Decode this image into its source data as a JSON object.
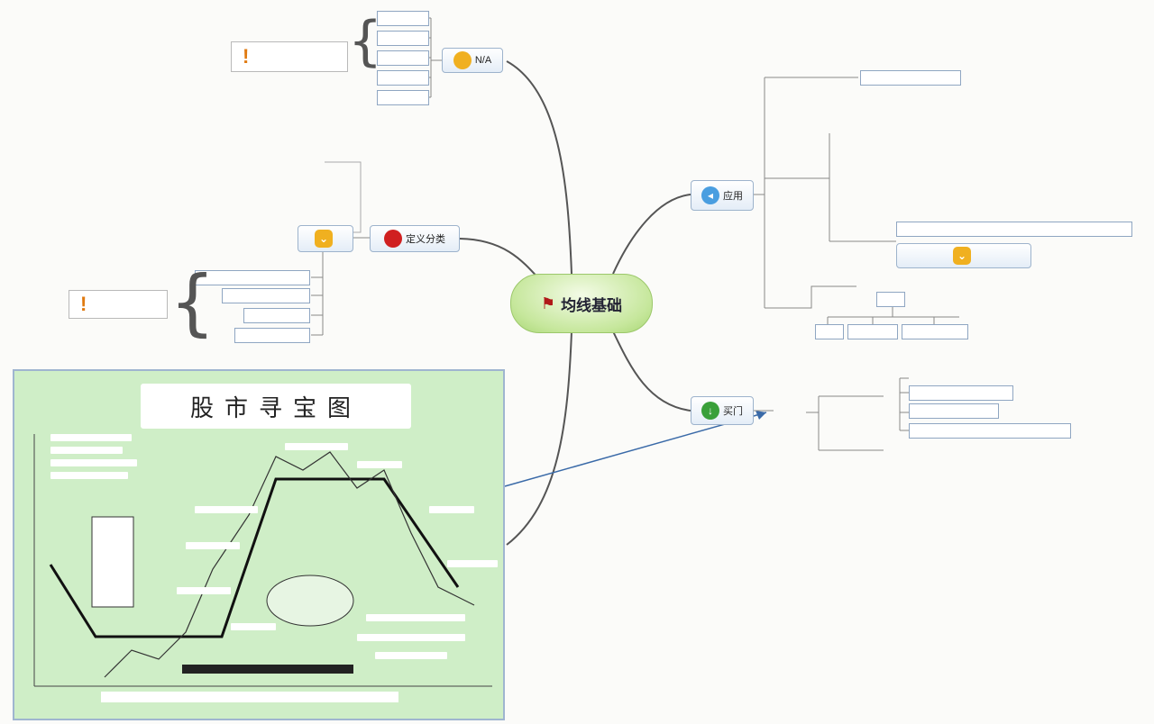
{
  "center": {
    "label": "均线基础"
  },
  "branches": {
    "top_left": {
      "label": "N/A",
      "leaves": [
        "",
        "",
        "",
        "",
        ""
      ],
      "warning": ""
    },
    "def": {
      "label": "定义分类"
    },
    "def_sub": {
      "label": "",
      "subs": [
        "",
        "",
        ""
      ],
      "leaves": [
        "",
        "",
        "",
        ""
      ],
      "warning": ""
    },
    "usage": {
      "label": "应用",
      "subs": [
        "",
        "",
        "",
        ""
      ],
      "details": [
        "",
        "",
        "",
        ""
      ],
      "note": "",
      "sub_nodes": [
        "",
        "",
        ""
      ]
    },
    "buy": {
      "label": "买门",
      "sub": "",
      "groups": [
        "",
        ""
      ],
      "leaves": [
        "",
        "",
        "",
        ""
      ]
    }
  },
  "thumbnail": {
    "title": "股市寻宝图"
  },
  "colors": {
    "center_fill": "#c6e79c",
    "link": "#555555",
    "node_border": "#9db3cc",
    "thumb_bg": "#cfeec7"
  }
}
